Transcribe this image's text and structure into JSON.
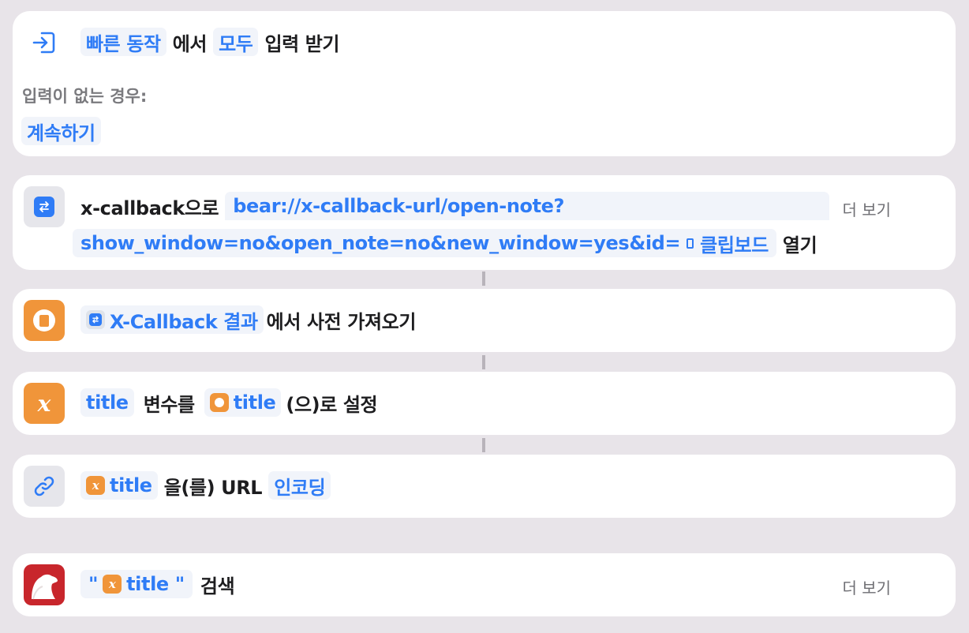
{
  "receive": {
    "source_chip": "빠른 동작",
    "text_from": "에서",
    "type_chip": "모두",
    "text_receive": "입력 받기",
    "no_input_label": "입력이 없는 경우:",
    "no_input_action": "계속하기"
  },
  "xcallback": {
    "prefix": "x-callback으로",
    "url_line1": "bear://x-callback-url/open-note?",
    "url_line2": "show_window=no&open_note=no&new_window=yes&id=",
    "clipboard_chip": "클립보드",
    "suffix": "열기",
    "more": "더 보기"
  },
  "dictionary": {
    "chip": "X-Callback 결과",
    "text": "에서 사전 가져오기"
  },
  "set_variable": {
    "var_chip": "title",
    "text1": "변수를",
    "value_chip": "title",
    "text2": "(으)로 설정"
  },
  "url_encode": {
    "chip": "title",
    "text": "을(를) URL",
    "mode_chip": "인코딩"
  },
  "bear_search": {
    "quote_open": "\"",
    "chip": "title",
    "quote_close": "\"",
    "text": "검색",
    "more": "더 보기"
  },
  "colors": {
    "accent": "#2f7cf6",
    "orange": "#f0953a",
    "bear_red": "#c8262c",
    "card": "#ffffff",
    "background": "#e8e4e9"
  },
  "icons": {
    "receive": "input-arrow-icon",
    "xcallback": "xcallback-arrows-icon",
    "dictionary": "dictionary-icon",
    "variable": "variable-x-icon",
    "link": "link-icon",
    "bear": "bear-app-icon",
    "clipboard": "clipboard-icon"
  }
}
